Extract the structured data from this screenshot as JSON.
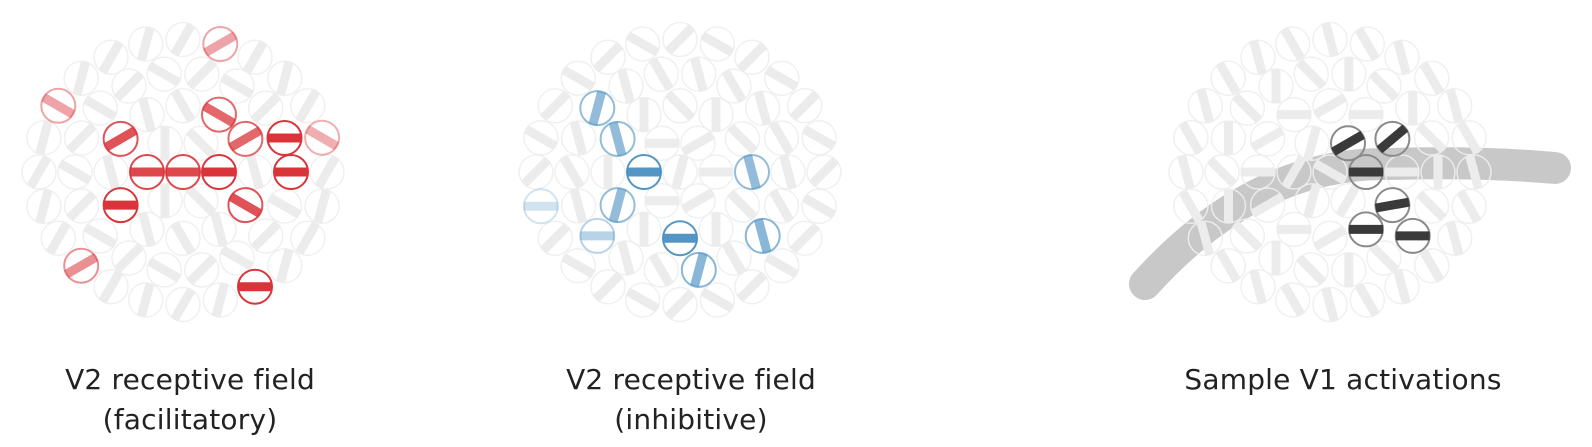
{
  "panels": [
    {
      "id": "facilitatory",
      "caption_line1": "V2 receptive field",
      "caption_line2": "(facilitatory)",
      "color": "#d9343a",
      "highlighted_units": [
        {
          "ring": 3,
          "index": 17,
          "orientation": 0,
          "opacity": 1.0
        },
        {
          "ring": 4,
          "index": 4,
          "orientation": 0,
          "opacity": 1.0
        },
        {
          "ring": 2,
          "index": 5,
          "orientation": 0,
          "opacity": 1.0
        },
        {
          "ring": 1,
          "index": 3,
          "orientation": 0,
          "opacity": 0.9
        },
        {
          "ring": 0,
          "index": 0,
          "orientation": 0,
          "opacity": 0.9
        },
        {
          "ring": 1,
          "index": 0,
          "orientation": 0,
          "opacity": 1.0
        },
        {
          "ring": 3,
          "index": 0,
          "orientation": 0,
          "opacity": 1.0
        },
        {
          "ring": 2,
          "index": 1,
          "orientation": 30,
          "opacity": 0.85
        },
        {
          "ring": 2,
          "index": 7,
          "orientation": 150,
          "opacity": 0.85
        },
        {
          "ring": 2,
          "index": 10,
          "orientation": 30,
          "opacity": 0.75
        },
        {
          "ring": 2,
          "index": 11,
          "orientation": -30,
          "opacity": 0.75
        },
        {
          "ring": 4,
          "index": 9,
          "orientation": 150,
          "opacity": 0.55
        },
        {
          "ring": 4,
          "index": 14,
          "orientation": 30,
          "opacity": 0.45
        },
        {
          "ring": 4,
          "index": 19,
          "orientation": 150,
          "opacity": 0.45
        },
        {
          "ring": 4,
          "index": 23,
          "orientation": 30,
          "opacity": 0.4
        }
      ]
    },
    {
      "id": "inhibitive",
      "caption_line1": "V2 receptive field",
      "caption_line2": "(inhibitive)",
      "color": "#4a90c2",
      "highlighted_units": [
        {
          "ring": 2,
          "index": 3,
          "orientation": 0,
          "opacity": 0.95
        },
        {
          "ring": 1,
          "index": 3,
          "orientation": 0,
          "opacity": 0.95
        },
        {
          "ring": 3,
          "index": 2,
          "orientation": 75,
          "opacity": 0.65
        },
        {
          "ring": 3,
          "index": 4,
          "orientation": 105,
          "opacity": 0.65
        },
        {
          "ring": 2,
          "index": 0,
          "orientation": 75,
          "opacity": 0.6
        },
        {
          "ring": 3,
          "index": 11,
          "orientation": 105,
          "opacity": 0.6
        },
        {
          "ring": 2,
          "index": 7,
          "orientation": 75,
          "opacity": 0.6
        },
        {
          "ring": 2,
          "index": 5,
          "orientation": 105,
          "opacity": 0.6
        },
        {
          "ring": 3,
          "index": 7,
          "orientation": 0,
          "opacity": 0.4
        },
        {
          "ring": 4,
          "index": 11,
          "orientation": 0,
          "opacity": 0.25
        }
      ]
    },
    {
      "id": "sample",
      "caption_line1": "Sample V1 activations",
      "caption_line2": "",
      "color": "#3a3a3a",
      "highlighted_units": [
        {
          "ring": 2,
          "index": 11,
          "orientation": -40,
          "opacity": 1.0
        },
        {
          "ring": 1,
          "index": 5,
          "orientation": -30,
          "opacity": 1.0
        },
        {
          "ring": 1,
          "index": 0,
          "orientation": 0,
          "opacity": 1.0
        },
        {
          "ring": 2,
          "index": 1,
          "orientation": -10,
          "opacity": 1.0
        },
        {
          "ring": 2,
          "index": 2,
          "orientation": 0,
          "opacity": 1.0
        },
        {
          "ring": 3,
          "index": 2,
          "orientation": 0,
          "opacity": 1.0
        }
      ],
      "contour_color": "#c8c8c8"
    }
  ]
}
